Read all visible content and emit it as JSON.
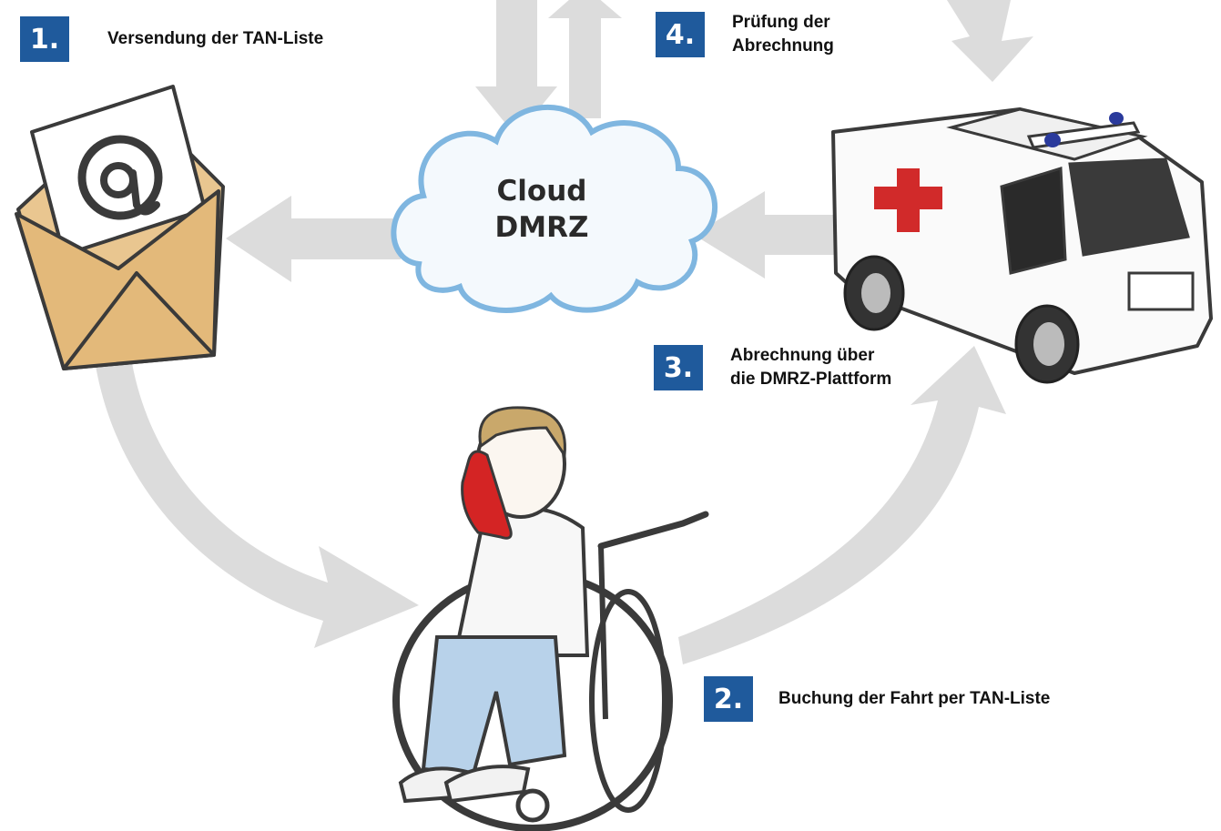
{
  "cloud": {
    "line1": "Cloud",
    "line2": "DMRZ"
  },
  "steps": [
    {
      "number": "1.",
      "lines": [
        "Versendung der TAN-Liste"
      ]
    },
    {
      "number": "2.",
      "lines": [
        "Buchung der Fahrt per TAN-Liste"
      ]
    },
    {
      "number": "3.",
      "lines": [
        "Abrechnung über",
        "die DMRZ-Plattform"
      ]
    },
    {
      "number": "4.",
      "lines": [
        "Prüfung der",
        "Abrechnung"
      ]
    }
  ],
  "colors": {
    "badge": "#1f5a9c",
    "arrow": "#d9d9d9",
    "cloud_outline": "#7fb6e0",
    "cross": "#d12a2a",
    "envelope": "#e8c48a",
    "phone": "#d42424"
  },
  "icons": [
    "envelope-at-icon",
    "cloud-icon",
    "ambulance-icon",
    "wheelchair-user-icon",
    "telephone-icon"
  ]
}
